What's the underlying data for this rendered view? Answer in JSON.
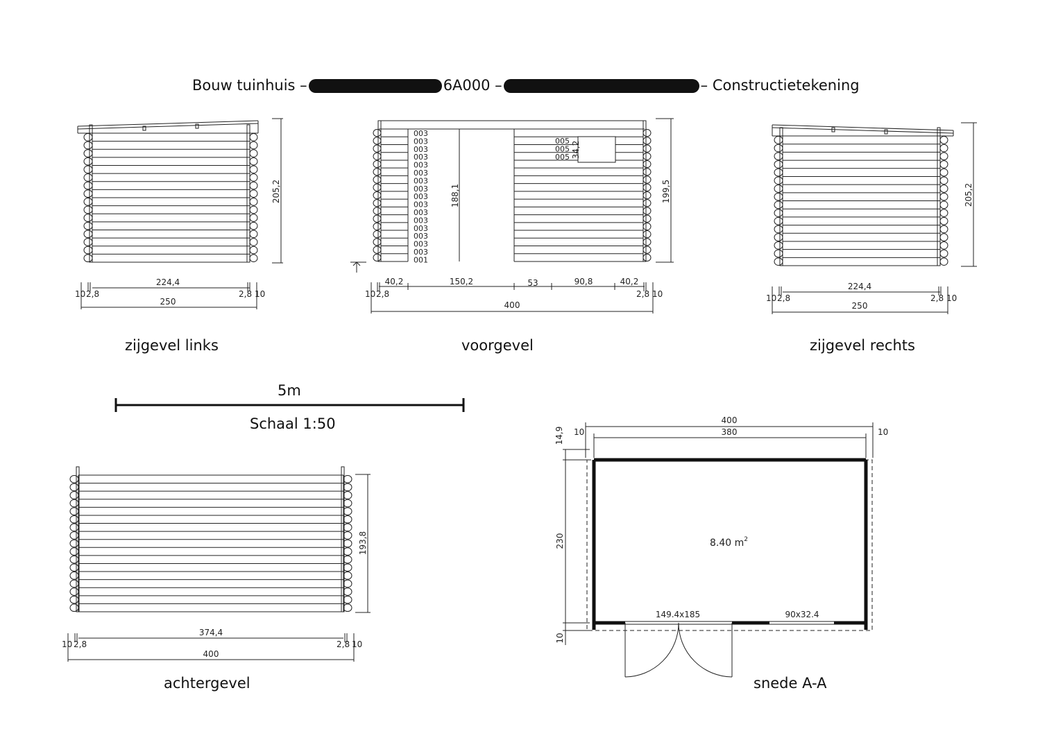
{
  "title": {
    "part1": "Bouw tuinhuis –",
    "part2": "6A000 –",
    "part3": "– Constructietekening"
  },
  "views": {
    "left_side": {
      "caption": "zijgevel links",
      "height": "205,2",
      "inner_width": "224,4",
      "total_width": "250",
      "edge_left_a": "10",
      "edge_left_b": "2,8",
      "edge_right_a": "2,8",
      "edge_right_b": "10"
    },
    "front": {
      "caption": "voorgevel",
      "door_height": "188,1",
      "wall_height": "199,5",
      "window_height": "34,2",
      "log_codes": [
        "003",
        "003",
        "003",
        "003",
        "003",
        "003",
        "003",
        "003",
        "003",
        "003",
        "003",
        "003",
        "003",
        "003",
        "003",
        "003",
        "001"
      ],
      "window_codes": [
        "005",
        "005",
        "005"
      ],
      "seg1": "40,2",
      "seg2": "150,2",
      "seg3": "53",
      "seg4": "90,8",
      "seg5": "40,2",
      "total_width": "400",
      "edge_left_a": "10",
      "edge_left_b": "2,8",
      "edge_right_a": "2,8",
      "edge_right_b": "10"
    },
    "right_side": {
      "caption": "zijgevel rechts",
      "height": "205,2",
      "inner_width": "224,4",
      "total_width": "250",
      "edge_left_a": "10",
      "edge_left_b": "2,8",
      "edge_right_a": "2,8",
      "edge_right_b": "10"
    },
    "back": {
      "caption": "achtergevel",
      "height": "193,8",
      "inner_width": "374,4",
      "total_width": "400",
      "edge_left_a": "10",
      "edge_left_b": "2,8",
      "edge_right_a": "2,8",
      "edge_right_b": "10"
    },
    "section": {
      "caption": "snede A-A",
      "outer_width": "400",
      "inner_width": "380",
      "edge_left": "10",
      "edge_right": "10",
      "top_offset": "14,9",
      "depth": "230",
      "bottom_offset": "10",
      "area": "8.40 m",
      "area_sup": "2",
      "door_size": "149.4x185",
      "window_size": "90x32.4"
    }
  },
  "scale": {
    "length_label": "5m",
    "caption": "Schaal 1:50"
  }
}
